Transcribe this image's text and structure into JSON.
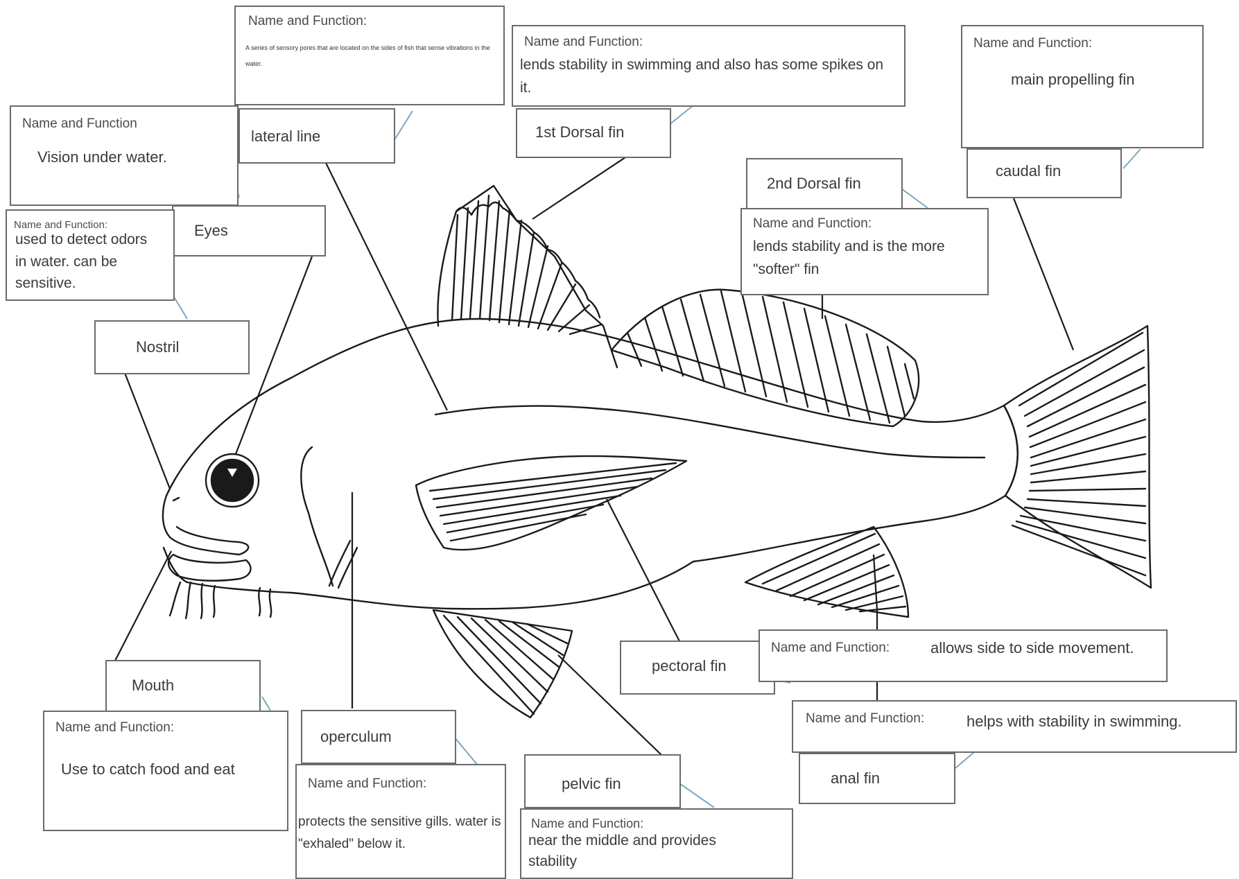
{
  "labels": {
    "lateral_line": {
      "name": "lateral line",
      "heading": "Name and Function:",
      "desc": "A series of sensory pores that are located on the sides of fish that sense vibrations in the water."
    },
    "first_dorsal": {
      "name": "1st Dorsal fin",
      "heading": "Name and Function:",
      "desc": "lends stability in swimming and also has some spikes on it."
    },
    "caudal": {
      "name": "caudal fin",
      "heading": "Name and Function:",
      "desc": "main propelling fin"
    },
    "eyes": {
      "name": "Eyes",
      "heading": "Name and Function",
      "desc": "Vision under water."
    },
    "second_dorsal": {
      "name": "2nd Dorsal fin",
      "heading": "Name and Function:",
      "desc": "lends stability and is the more \"softer\" fin"
    },
    "nostril": {
      "name": "Nostril",
      "heading": "Name and Function:",
      "desc": "used to detect odors in water. can be sensitive."
    },
    "pectoral": {
      "name": "pectoral fin",
      "heading": "Name and Function:",
      "desc": "allows side to side movement."
    },
    "anal": {
      "name": "anal fin",
      "heading": "Name and Function:",
      "desc": "helps with stability in swimming."
    },
    "mouth": {
      "name": "Mouth",
      "heading": "Name and Function:",
      "desc": "Use to catch food and eat"
    },
    "operculum": {
      "name": "operculum",
      "heading": "Name and Function:",
      "desc": "protects the sensitive gills. water is \"exhaled\" below it."
    },
    "pelvic": {
      "name": "pelvic fin",
      "heading": "Name and Function:",
      "desc": "near the middle and provides stability"
    }
  }
}
